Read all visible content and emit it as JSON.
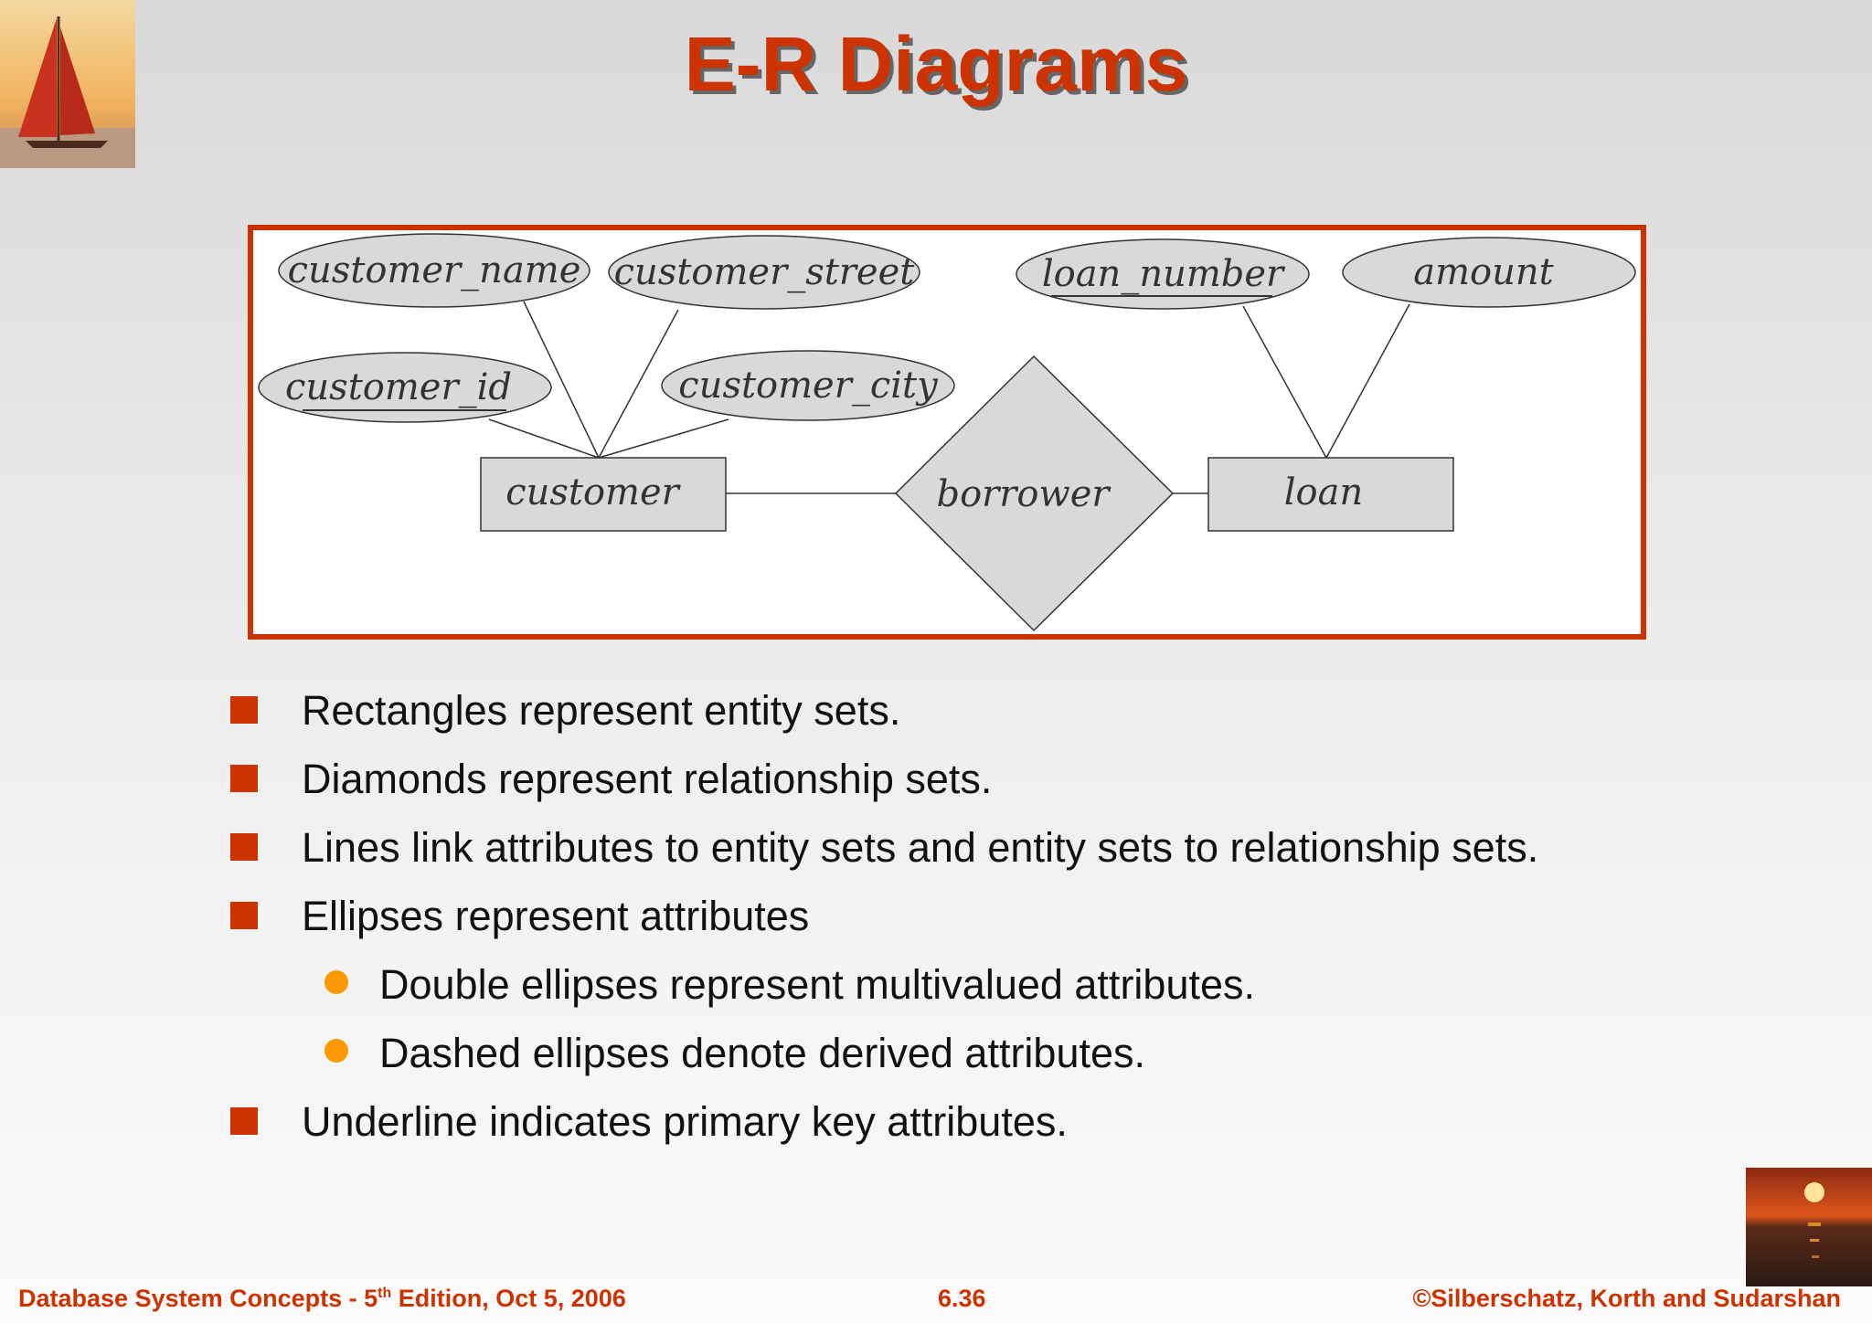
{
  "slide": {
    "title": "E-R Diagrams"
  },
  "diagram": {
    "attributes": {
      "customer_name": "customer_name",
      "customer_street": "customer_street",
      "customer_id": "customer_id",
      "customer_city": "customer_city",
      "loan_number": "loan_number",
      "amount": "amount"
    },
    "entities": {
      "customer": "customer",
      "loan": "loan"
    },
    "relationship": "borrower"
  },
  "bullets": [
    {
      "text": "Rectangles represent entity sets."
    },
    {
      "text": "Diamonds represent relationship sets."
    },
    {
      "text": "Lines link attributes to entity sets and entity sets to relationship sets."
    },
    {
      "text": "Ellipses represent attributes"
    },
    {
      "text": "Double ellipses represent multivalued attributes."
    },
    {
      "text": "Dashed ellipses denote derived attributes."
    },
    {
      "text": "Underline indicates primary key attributes."
    }
  ],
  "footer": {
    "left_pre": "Database System Concepts - 5",
    "left_sup": "th",
    "left_post": " Edition, Oct 5, 2006",
    "page": "6.36",
    "right": "©Silberschatz, Korth and Sudarshan"
  },
  "colors": {
    "accent": "#cc3300",
    "sub_bullet": "#ff9900",
    "shape_fill": "#d9d9d9"
  }
}
